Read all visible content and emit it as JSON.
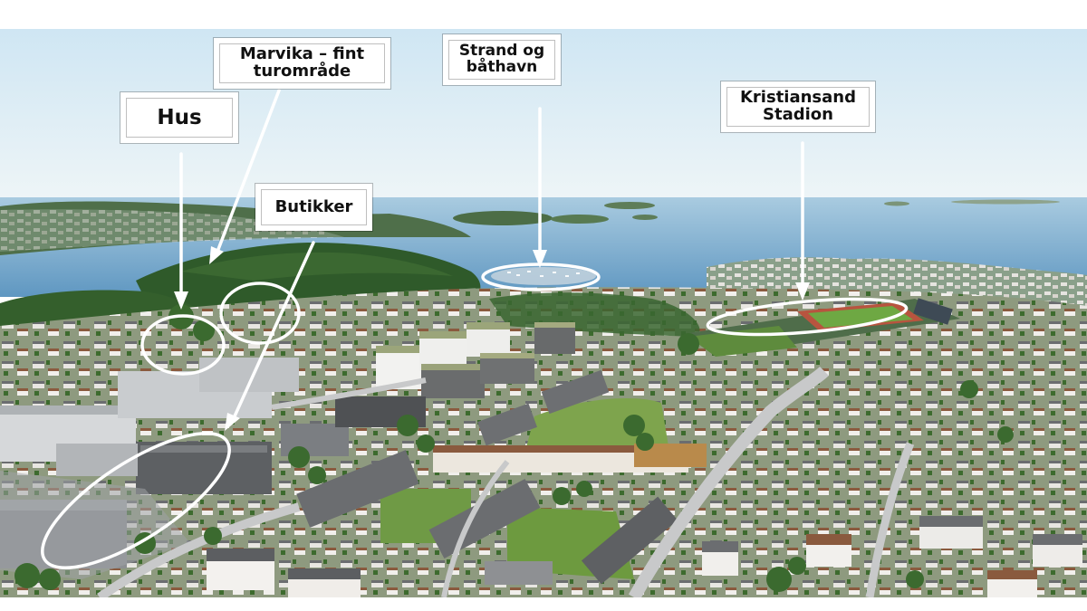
{
  "labels": {
    "hus": "Hus",
    "marvika": "Marvika – fint turområde",
    "strand": "Strand og båthavn",
    "butikker": "Butikker",
    "stadion": "Kristiansand Stadion"
  },
  "colors": {
    "sky_top": "#cfe6f3",
    "sky_horizon": "#eef5f7",
    "sea": "#6fa6cc",
    "sea_light": "#a9cbe0",
    "forest": "#2f5a2a",
    "forest_light": "#4f7d3c",
    "grass": "#6f9a45",
    "roof_gray": "#8d8f91",
    "roof_dark": "#5a5c5f",
    "roof_brown": "#8a5a3e",
    "annotation": "#ffffff"
  }
}
